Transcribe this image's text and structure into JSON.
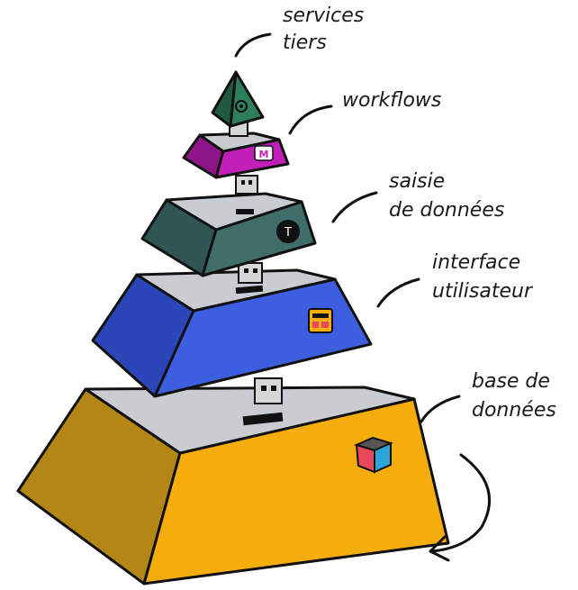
{
  "labels": {
    "services": [
      "services",
      "tiers"
    ],
    "workflows": [
      "workflows"
    ],
    "saisie": [
      "saisie",
      "de données"
    ],
    "interface": [
      "interface",
      "utilisateur"
    ],
    "base": [
      "base de",
      "données"
    ]
  },
  "icons": {
    "t_badge": "T",
    "m_badge": "M"
  },
  "colors": {
    "services": "#2e7d5b",
    "workflows": "#c21fb8",
    "saisie": "#3f6e6a",
    "interface": "#3e5ee0",
    "base": "#f5ad0c",
    "lid": "#c9cdd2",
    "usb": "#d6d6d6"
  }
}
